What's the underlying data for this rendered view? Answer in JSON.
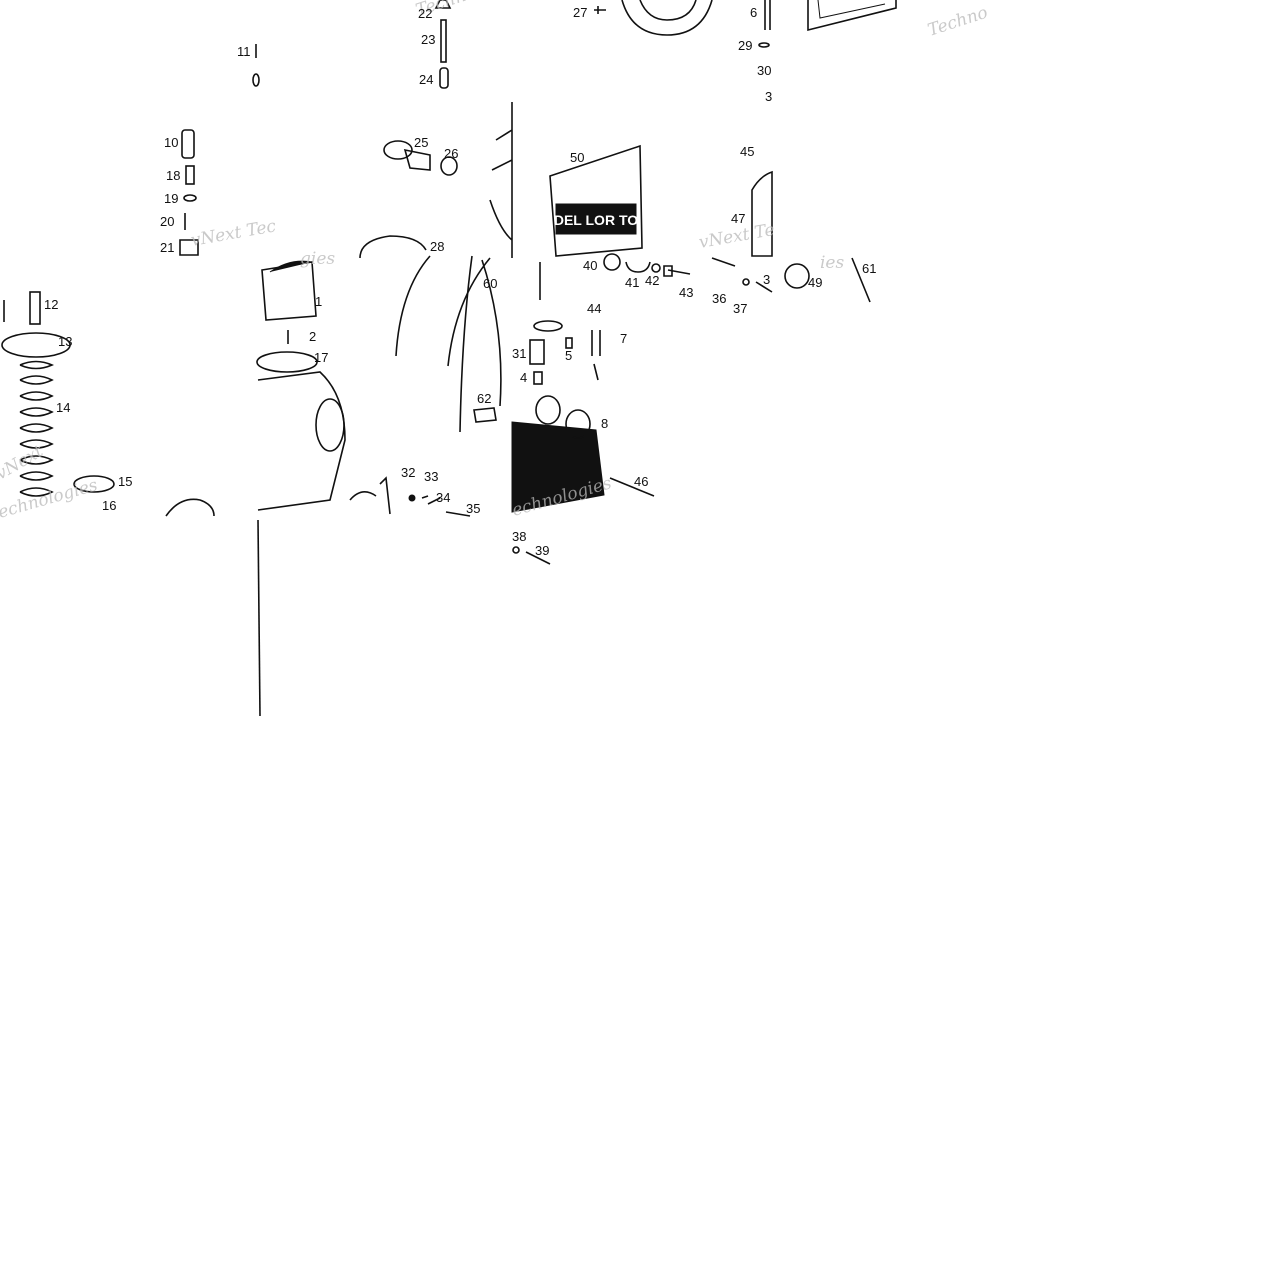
{
  "colors": {
    "ink": "#111111",
    "background": "#ffffff",
    "watermark": "#b9b9b9"
  },
  "watermarks": [
    "Techno",
    "Techno",
    "vNext Tec",
    "vNext Te",
    "echnologies",
    "echnologies",
    "gies",
    "ies",
    "vNext"
  ],
  "bag_brand": "DEL LOR TO",
  "part_numbers": [
    "22",
    "23",
    "24",
    "27",
    "6",
    "29",
    "30",
    "3",
    "11",
    "25",
    "26",
    "10",
    "18",
    "19",
    "20",
    "21",
    "28",
    "50",
    "45",
    "47",
    "60",
    "40",
    "41",
    "42",
    "43",
    "36",
    "37",
    "3",
    "49",
    "61",
    "12",
    "13",
    "1",
    "2",
    "17",
    "44",
    "7",
    "31",
    "5",
    "4",
    "62",
    "8",
    "14",
    "15",
    "16",
    "32",
    "33",
    "34",
    "35",
    "46",
    "38",
    "39"
  ]
}
